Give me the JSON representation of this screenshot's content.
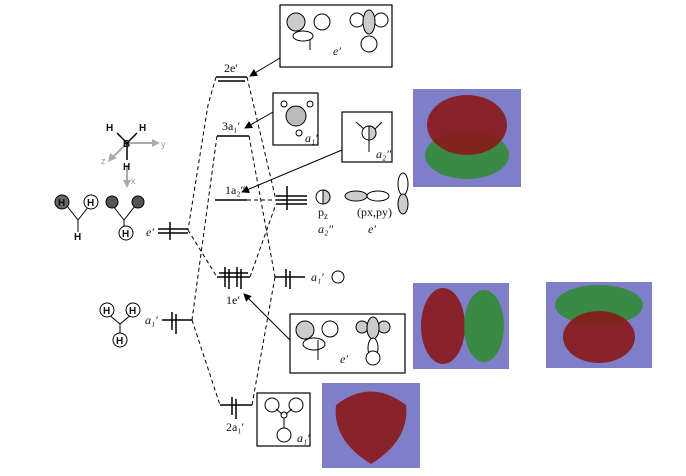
{
  "levels": {
    "mo_2e": "2e′",
    "mo_3a1": "3a₁′",
    "mo_1a2": "1a₂″",
    "mo_1e": "1e′",
    "mo_2a1": "2a₁′",
    "h3_e": "e′",
    "h3_a1": "a₁′",
    "b_a1": "a₁′"
  },
  "boron_orbitals": {
    "pz": "p",
    "pz_sub": "z",
    "pz_sym": "a₂″",
    "pxy": "(px,py)",
    "pxy_sym": "e′"
  },
  "boxes": {
    "top_sym": "e′",
    "a1_sym": "a₁′",
    "a2_sym": "a₂″",
    "e_sym": "e′",
    "bottom_sym": "a₁′"
  },
  "molecule": {
    "boron": "B",
    "hydrogen": "H",
    "axis_x": "x",
    "axis_y": "y",
    "axis_z": "z"
  },
  "colors": {
    "render_bg": "#7f7fc9",
    "lobe_red": "#8b1a1a",
    "lobe_green": "#2e8b2e"
  }
}
